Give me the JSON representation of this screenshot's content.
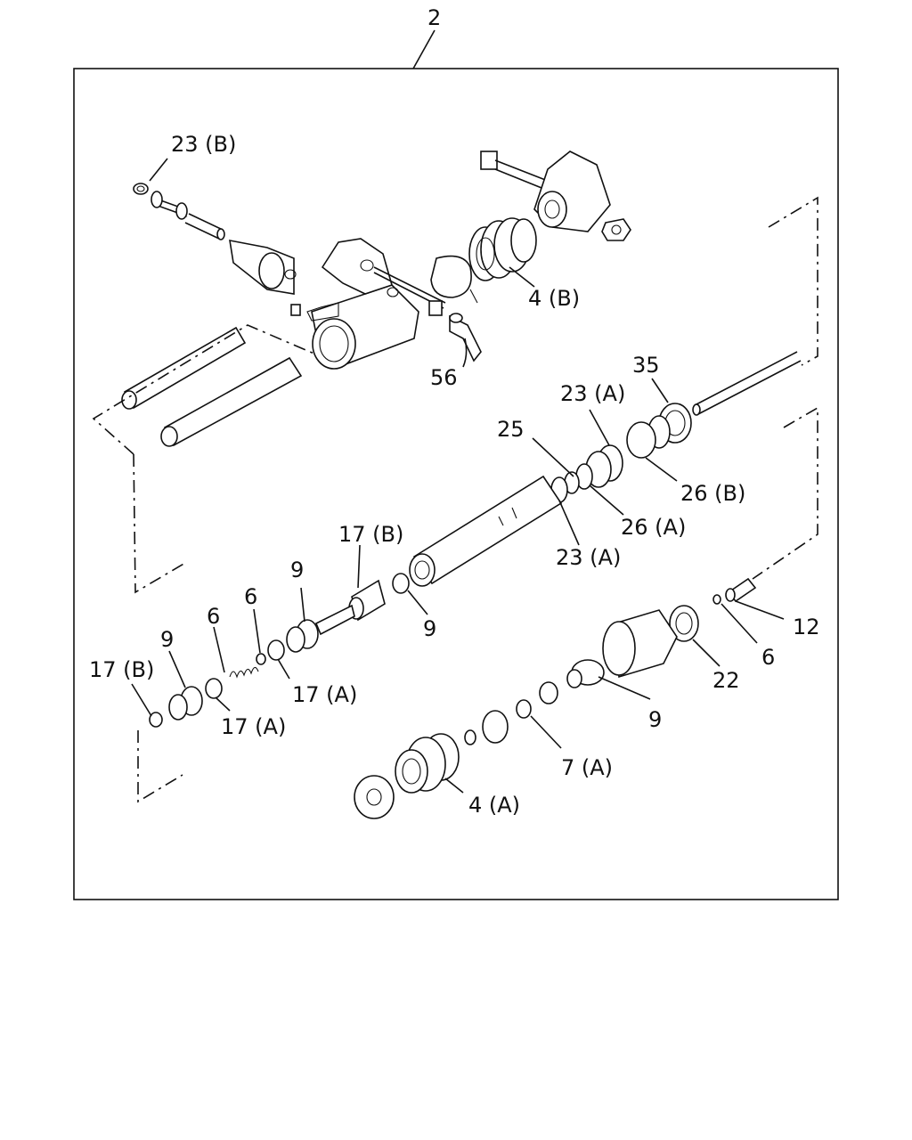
{
  "assembly_number": "2",
  "callouts": {
    "c23b": "23 (B)",
    "c4b": "4 (B)",
    "c56": "56",
    "c35": "35",
    "c23a_top": "23 (A)",
    "c25": "25",
    "c26b": "26 (B)",
    "c26a": "26 (A)",
    "c23a_bot": "23 (A)",
    "c17b_mid": "17 (B)",
    "c9_a": "9",
    "c9_b": "9",
    "c6_a": "6",
    "c9_c": "9",
    "c6_b": "6",
    "c17b_left": "17 (B)",
    "c17a_mid": "17 (A)",
    "c17a_left": "17 (A)",
    "c12": "12",
    "c6_c": "6",
    "c22": "22",
    "c9_d": "9",
    "c7a": "7 (A)",
    "c4a": "4 (A)"
  }
}
